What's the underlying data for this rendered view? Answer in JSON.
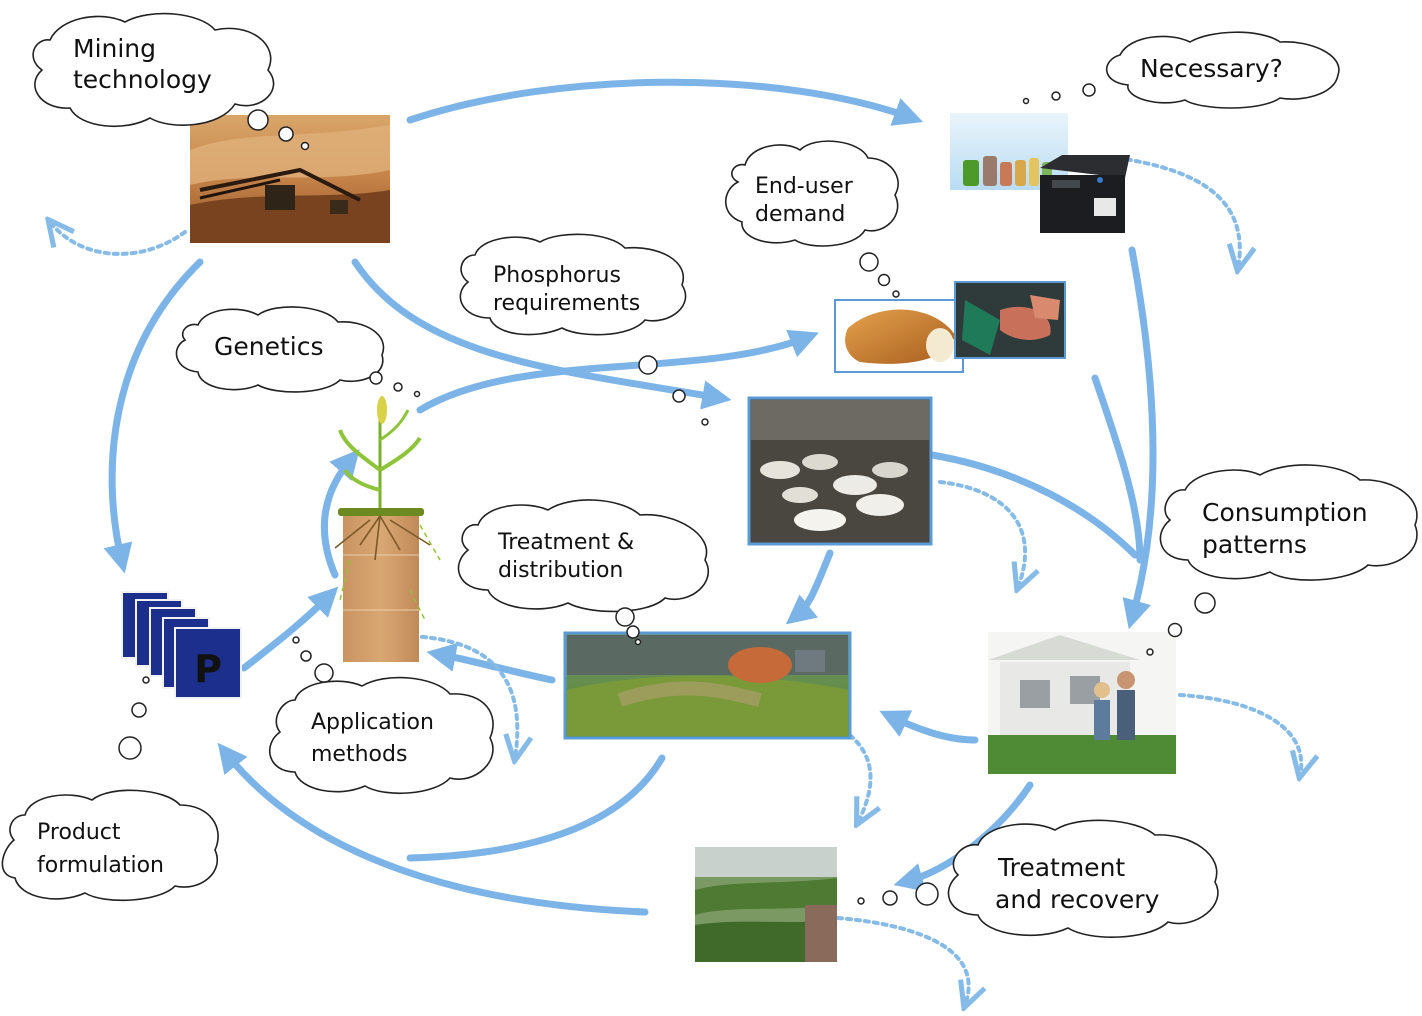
{
  "thoughts": {
    "mining": [
      "Mining",
      "technology"
    ],
    "necessary": [
      "Necessary?"
    ],
    "enduser": [
      "End-user",
      "demand"
    ],
    "phosphorus": [
      "Phosphorus",
      "requirements"
    ],
    "genetics": [
      "Genetics"
    ],
    "treatment_distribution": [
      "Treatment &",
      "distribution"
    ],
    "consumption": [
      "Consumption",
      "patterns"
    ],
    "application": [
      "Application",
      "methods"
    ],
    "product": [
      "Product",
      "formulation"
    ],
    "treatment_recovery": [
      "Treatment",
      "and recovery"
    ]
  },
  "fertilizer_symbol": "P",
  "colors": {
    "flow_arrow": "#7cb4e8",
    "dotted_arrow": "#86bbe8",
    "photo_border": "#5b9bd5",
    "bag": "#1d2f8c"
  },
  "icons": {
    "mine": "open-pit-mine-photo",
    "products": "detergent-bottles-and-car-battery",
    "food": "bread-and-meat-photos",
    "poultry": "poultry-farm-photo",
    "manure": "manure-spreading-tractor-photo",
    "household": "family-house-photo",
    "recovery": "wastewater-wetland-photo",
    "plant": "crop-plant-in-soil-column",
    "fertilizer": "fertilizer-bag-stack"
  }
}
